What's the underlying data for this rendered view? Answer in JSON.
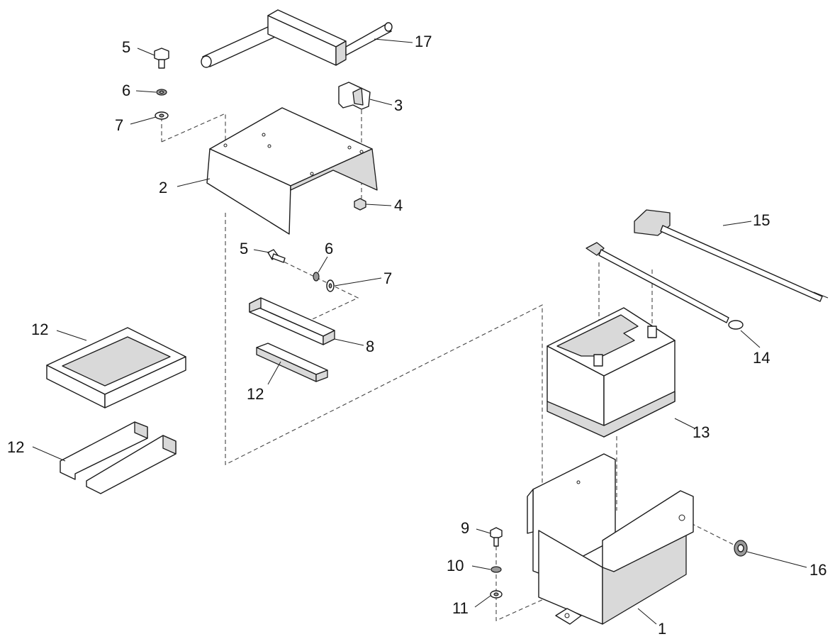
{
  "callouts": [
    {
      "id": "c17",
      "label": "17"
    },
    {
      "id": "c5a",
      "label": "5"
    },
    {
      "id": "c6a",
      "label": "6"
    },
    {
      "id": "c7a",
      "label": "7"
    },
    {
      "id": "c3",
      "label": "3"
    },
    {
      "id": "c2",
      "label": "2"
    },
    {
      "id": "c4",
      "label": "4"
    },
    {
      "id": "c5b",
      "label": "5"
    },
    {
      "id": "c6b",
      "label": "6"
    },
    {
      "id": "c7b",
      "label": "7"
    },
    {
      "id": "c8",
      "label": "8"
    },
    {
      "id": "c12a",
      "label": "12"
    },
    {
      "id": "c12b",
      "label": "12"
    },
    {
      "id": "c12c",
      "label": "12"
    },
    {
      "id": "c15",
      "label": "15"
    },
    {
      "id": "c14",
      "label": "14"
    },
    {
      "id": "c13",
      "label": "13"
    },
    {
      "id": "c9",
      "label": "9"
    },
    {
      "id": "c10",
      "label": "10"
    },
    {
      "id": "c11",
      "label": "11"
    },
    {
      "id": "c16",
      "label": "16"
    },
    {
      "id": "c1",
      "label": "1"
    }
  ]
}
